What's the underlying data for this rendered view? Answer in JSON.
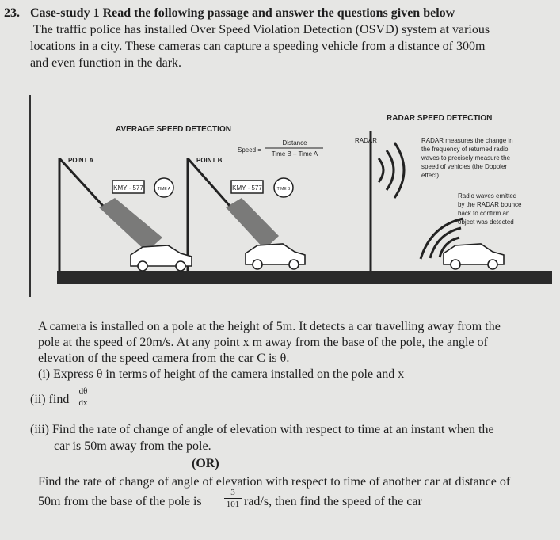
{
  "question": {
    "number": "23.",
    "heading": "Case-study 1 Read the following passage and answer the questions given below",
    "passage": [
      "The traffic police has installed Over Speed Violation Detection (OSVD) system at various",
      "locations in a city. These cameras can capture a speeding vehicle from a distance of 300m",
      "and even function in the dark."
    ]
  },
  "figure": {
    "avg_title": "AVERAGE SPEED DETECTION",
    "point_a": "POINT A",
    "point_b": "POINT B",
    "speed_formula_lhs": "Speed =",
    "speed_formula_num": "Distance",
    "speed_formula_den": "Time B – Time A",
    "plate_a": "KMY - 577",
    "plate_b": "KMY - 577",
    "time_label_a": "TIME A",
    "time_label_b": "TIME B",
    "radar_title": "RADAR SPEED DETECTION",
    "radar_label": "RADAR",
    "radar_desc": [
      "RADAR measures the change in",
      "the frequency of returned radio",
      "waves to precisely measure the",
      "speed of vehicles (the Doppler",
      "effect)"
    ],
    "radio_desc": [
      "Radio waves emitted",
      "by the RADAR bounce",
      "back to confirm an",
      "object was detected"
    ]
  },
  "problem": {
    "intro": [
      "A camera is installed on a pole at the height of 5m. It detects a car travelling away from the",
      "pole at the speed of 20m/s. At any point x m away from the base of the pole, the angle of",
      "elevation of the speed camera from the car C is θ."
    ],
    "part_i": "(i) Express θ in terms of height of the camera installed on the pole and x",
    "part_ii_prefix": "(ii) find",
    "part_ii_num": "dθ",
    "part_ii_den": "dx",
    "part_iii": [
      "(iii) Find the rate of change of angle of elevation with respect to time at an instant when the",
      "car is 50m away from the pole."
    ],
    "or": "(OR)",
    "alt_line1": "Find the rate of change of angle of elevation with respect to time of another car at distance of",
    "alt_line2_prefix": "50m  from the  base of the pole is",
    "alt_frac_num": "3",
    "alt_frac_den": "101",
    "alt_line2_suffix": "rad/s, then find the speed of the car"
  }
}
